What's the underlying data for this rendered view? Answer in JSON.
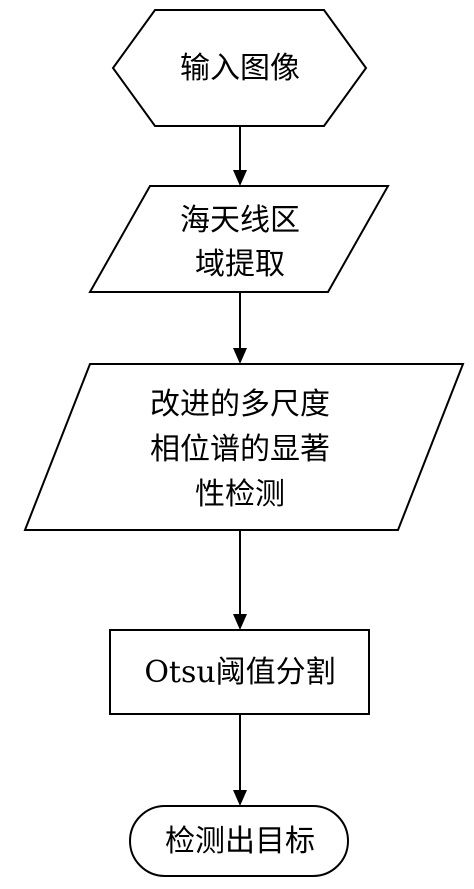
{
  "flowchart": {
    "start": {
      "shape": "hexagon",
      "lines": [
        "输入图像"
      ]
    },
    "step1": {
      "shape": "parallelogram",
      "lines": [
        "海天线区",
        "域提取"
      ]
    },
    "step2": {
      "shape": "parallelogram",
      "lines": [
        "改进的多尺度",
        "相位谱的显著",
        "性检测"
      ]
    },
    "step3": {
      "shape": "rectangle",
      "lines": [
        "Otsu阈值分割"
      ]
    },
    "end": {
      "shape": "rounded-rectangle",
      "lines": [
        "检测出目标"
      ]
    }
  }
}
